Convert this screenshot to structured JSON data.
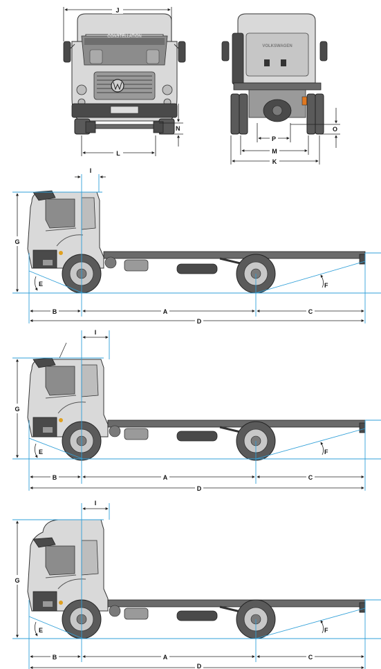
{
  "front_view": {
    "brand_text": "CONSTELLATION",
    "dims": {
      "width_top": "J",
      "track": "L",
      "ground_clearance": "N"
    }
  },
  "rear_view": {
    "brand_text": "VOLKSWAGEN",
    "dims": {
      "outer_width": "K",
      "rear_track": "M",
      "axle_width": "P",
      "clearance": "O"
    }
  },
  "side_views": [
    {
      "height": "G",
      "cab_offset": "I",
      "approach_angle": "E",
      "departure_angle": "F",
      "front_overhang": "B",
      "wheelbase": "A",
      "rear_overhang": "C",
      "total_length": "D"
    },
    {
      "height": "G",
      "cab_offset": "I",
      "approach_angle": "E",
      "departure_angle": "F",
      "front_overhang": "B",
      "wheelbase": "A",
      "rear_overhang": "C",
      "total_length": "D"
    },
    {
      "height": "G",
      "cab_offset": "I",
      "approach_angle": "E",
      "departure_angle": "F",
      "front_overhang": "B",
      "wheelbase": "A",
      "rear_overhang": "C",
      "total_length": "D"
    }
  ],
  "colors": {
    "guide_line": "#2f9fd8",
    "dimension_line": "#222222",
    "body": "#d9d9d9"
  }
}
